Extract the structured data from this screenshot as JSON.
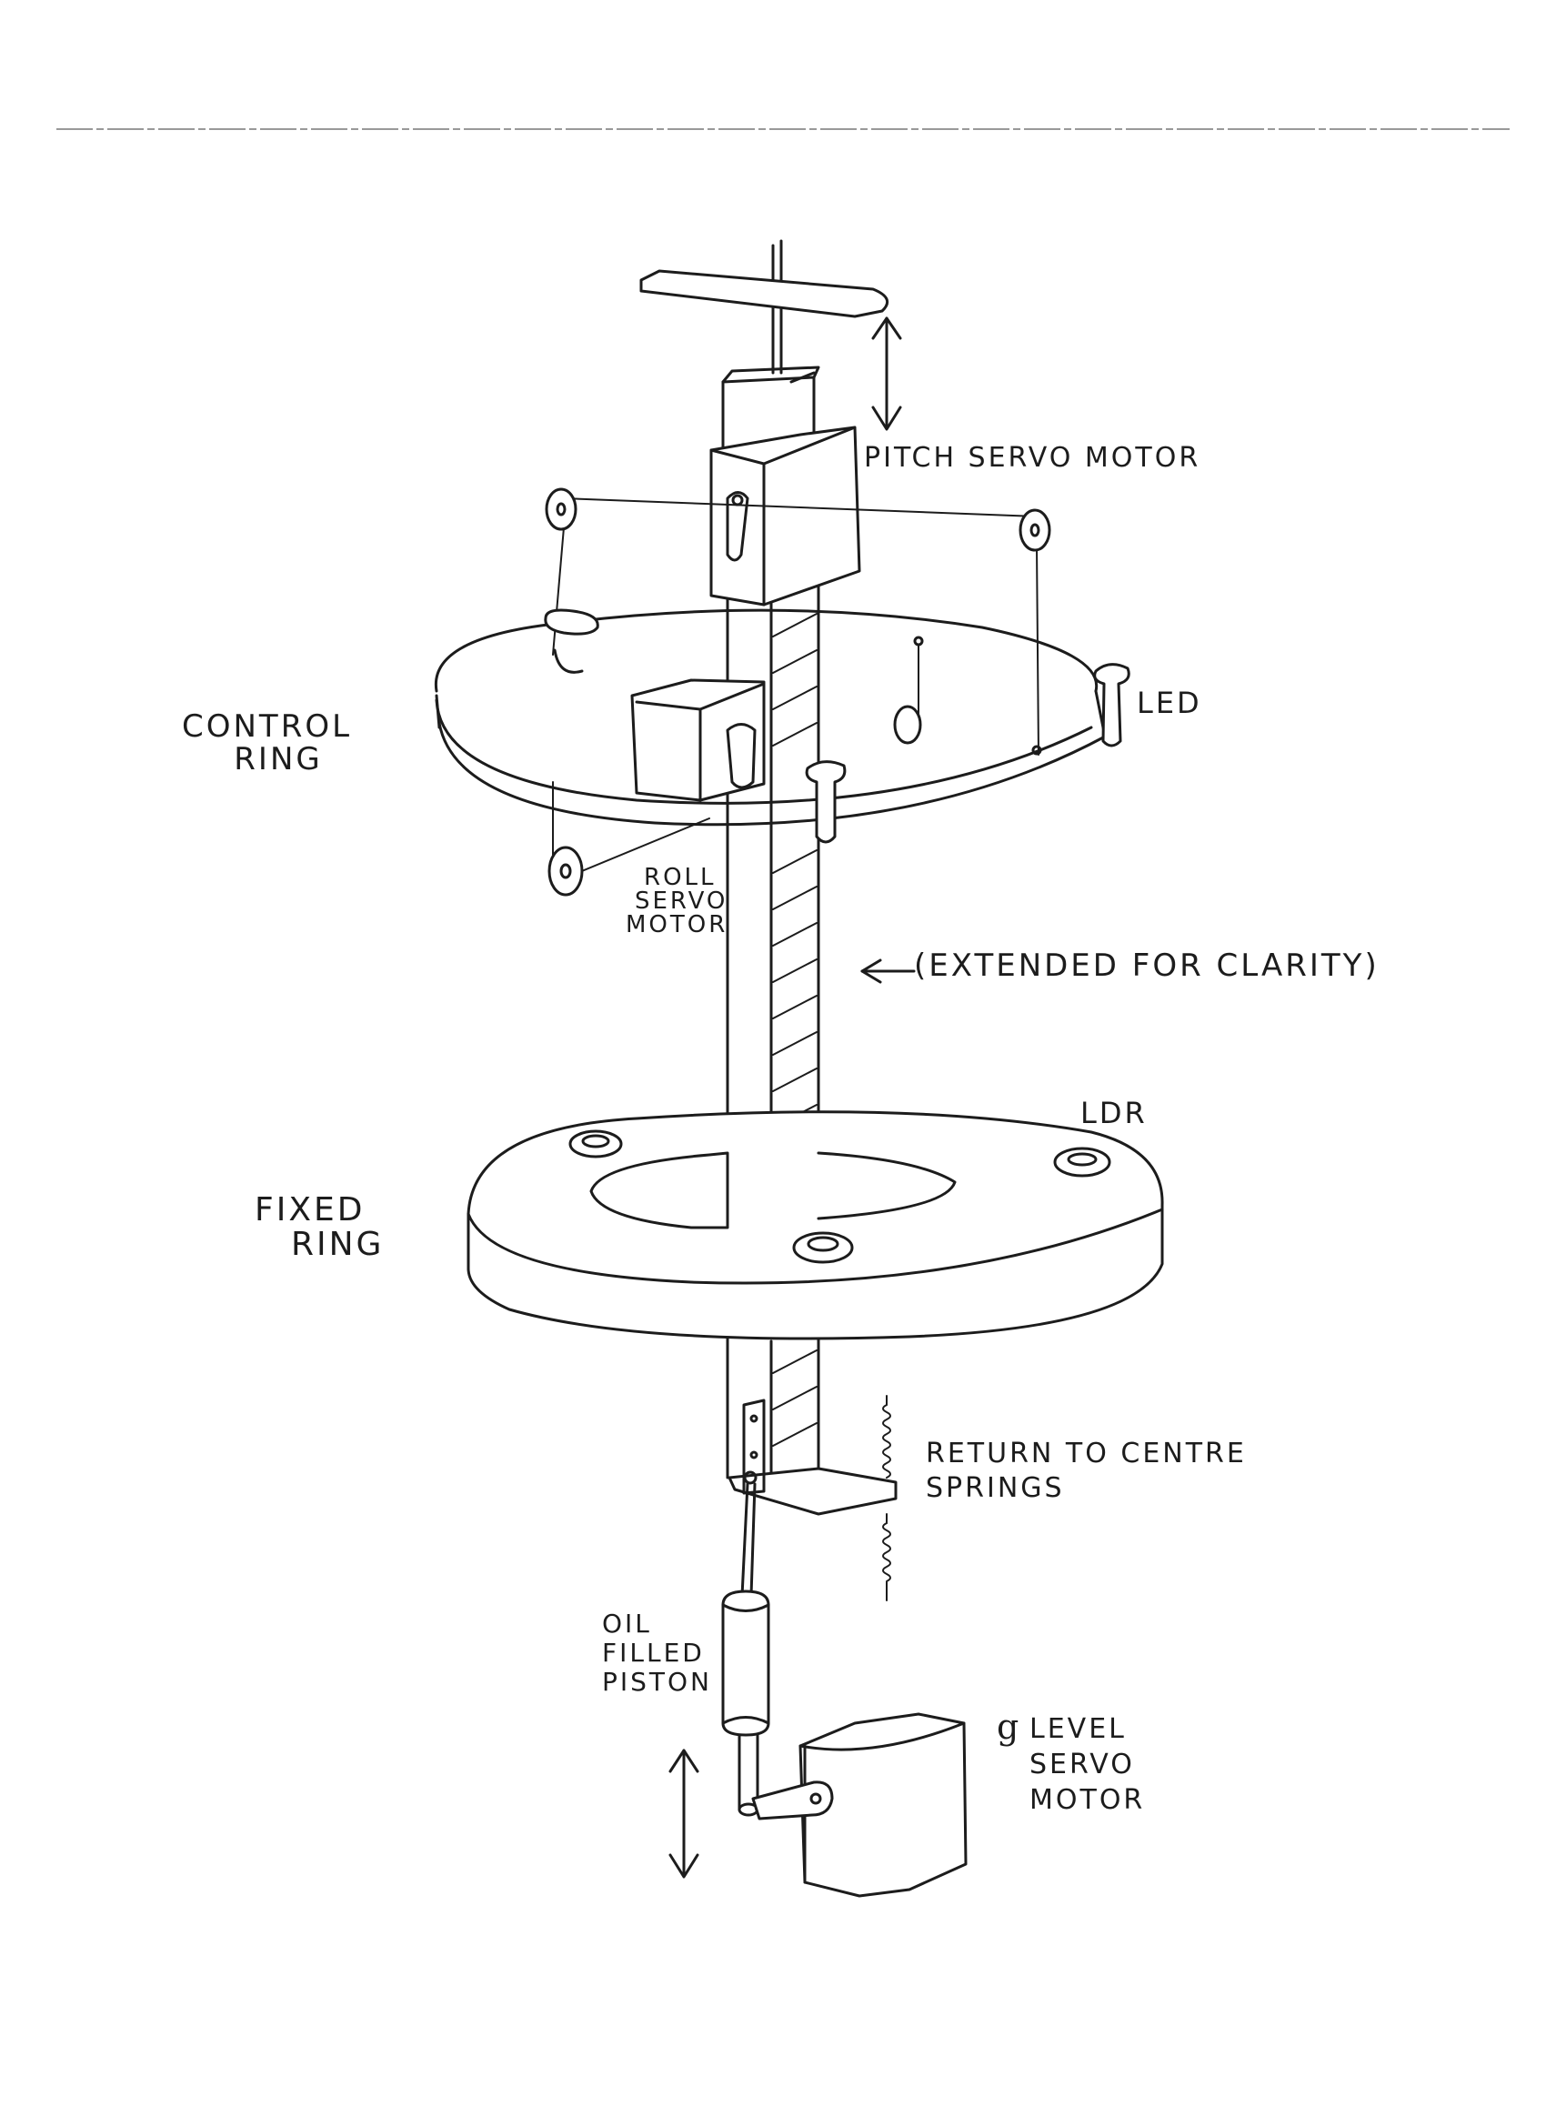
{
  "labels": {
    "pitch_servo_motor": "PITCH SERVO MOTOR",
    "control_ring": [
      "CONTROL",
      "RING"
    ],
    "led": "LED",
    "roll_servo_motor": [
      "ROLL",
      "SERVO",
      "MOTOR"
    ],
    "extended_for_clarity": "(EXTENDED FOR CLARITY)",
    "ldr": "LDR",
    "fixed_ring": [
      "FIXED",
      "RING"
    ],
    "return_to_centre_springs": [
      "RETURN TO CENTRE",
      "SPRINGS"
    ],
    "oil_filled_piston": [
      "OIL",
      "FILLED",
      "PISTON"
    ],
    "g_symbol": "g",
    "level_servo_motor": [
      "LEVEL",
      "SERVO",
      "MOTOR"
    ]
  },
  "colors": {
    "ink": "#1c1c1c",
    "paper": "#ffffff"
  }
}
